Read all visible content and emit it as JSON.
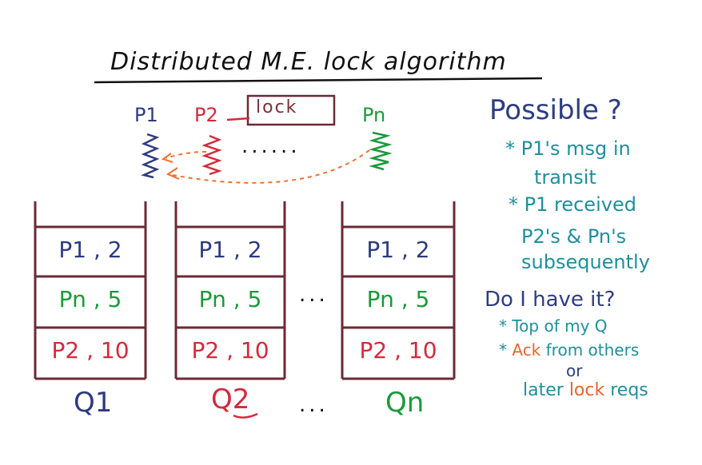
{
  "title": "Distributed M.E. lock algorithm",
  "lock_label": "lock",
  "processes": [
    {
      "label": "P1",
      "color": "#2e3a80"
    },
    {
      "label": "P2",
      "color": "#d42a3c"
    },
    {
      "label": "Pn",
      "color": "#1a9a3a"
    }
  ],
  "process_dots": "......",
  "queues": [
    {
      "label": "Q1",
      "label_color": "#2e3a80",
      "entries": [
        {
          "text": "P1 , 2",
          "color": "#2e3a80"
        },
        {
          "text": "Pn , 5",
          "color": "#1a9a3a"
        },
        {
          "text": "P2 , 10",
          "color": "#d42a3c"
        }
      ]
    },
    {
      "label": "Q2",
      "label_color": "#d42a3c",
      "entries": [
        {
          "text": "P1 , 2",
          "color": "#2e3a80"
        },
        {
          "text": "Pn , 5",
          "color": "#1a9a3a"
        },
        {
          "text": "P2 , 10",
          "color": "#d42a3c"
        }
      ]
    },
    {
      "label": "Qn",
      "label_color": "#1a9a3a",
      "entries": [
        {
          "text": "P1 , 2",
          "color": "#2e3a80"
        },
        {
          "text": "Pn , 5",
          "color": "#1a9a3a"
        },
        {
          "text": "P2 , 10",
          "color": "#d42a3c"
        }
      ]
    }
  ],
  "queue_dots": "...",
  "queue_label_dots": "...",
  "right_panel": {
    "heading": "Possible ?",
    "bullet1_line1": "* P1's msg in",
    "bullet1_line2": "transit",
    "bullet2_line1": "* P1 received",
    "bullet2_line2": "P2's & Pn's",
    "bullet2_line3": "subsequently",
    "question": "Do I have it?",
    "q_bullet1": "* Top of my Q",
    "q_bullet2_star": "*",
    "q_bullet2_ack": "Ack",
    "q_bullet2_rest": "from others",
    "q_or": "or",
    "q_later": "later",
    "q_lock": "lock",
    "q_reqs": "reqs"
  },
  "colors": {
    "box_stroke": "#6b2a35",
    "arrow": "#f07030",
    "ink": "#111111",
    "teal": "#1e8f9c",
    "navy": "#2e3e80",
    "orange": "#e8652b"
  }
}
